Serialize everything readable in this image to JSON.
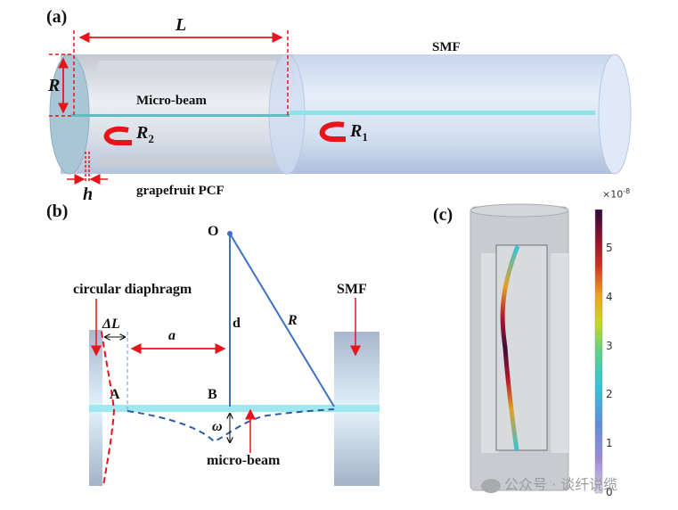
{
  "panels": {
    "a": {
      "label": "(a)",
      "dim_L": "L",
      "dim_R": "R",
      "dim_h": "h",
      "micro_beam": "Micro-beam",
      "smf": "SMF",
      "rot_R2": "R",
      "rot_R2_sub": "2",
      "rot_R1": "R",
      "rot_R1_sub": "1",
      "pcf": "grapefruit PCF"
    },
    "b": {
      "label": "(b)",
      "point_O": "O",
      "point_A": "A",
      "point_B": "B",
      "dim_d": "d",
      "dim_R": "R",
      "dim_a": "a",
      "dim_deltaL": "ΔL",
      "dim_omega": "ω",
      "circular_diaphragm": "circular diaphragm",
      "smf": "SMF",
      "micro_beam": "micro-beam"
    },
    "c": {
      "label": "(c)",
      "colorbar": {
        "multiplier": "×10",
        "exponent": "-8",
        "ticks": [
          "0",
          "1",
          "2",
          "3",
          "4",
          "5"
        ],
        "range": [
          0,
          5.8
        ]
      }
    }
  },
  "watermark": {
    "text": "公众号 · 谈纤说缆"
  }
}
